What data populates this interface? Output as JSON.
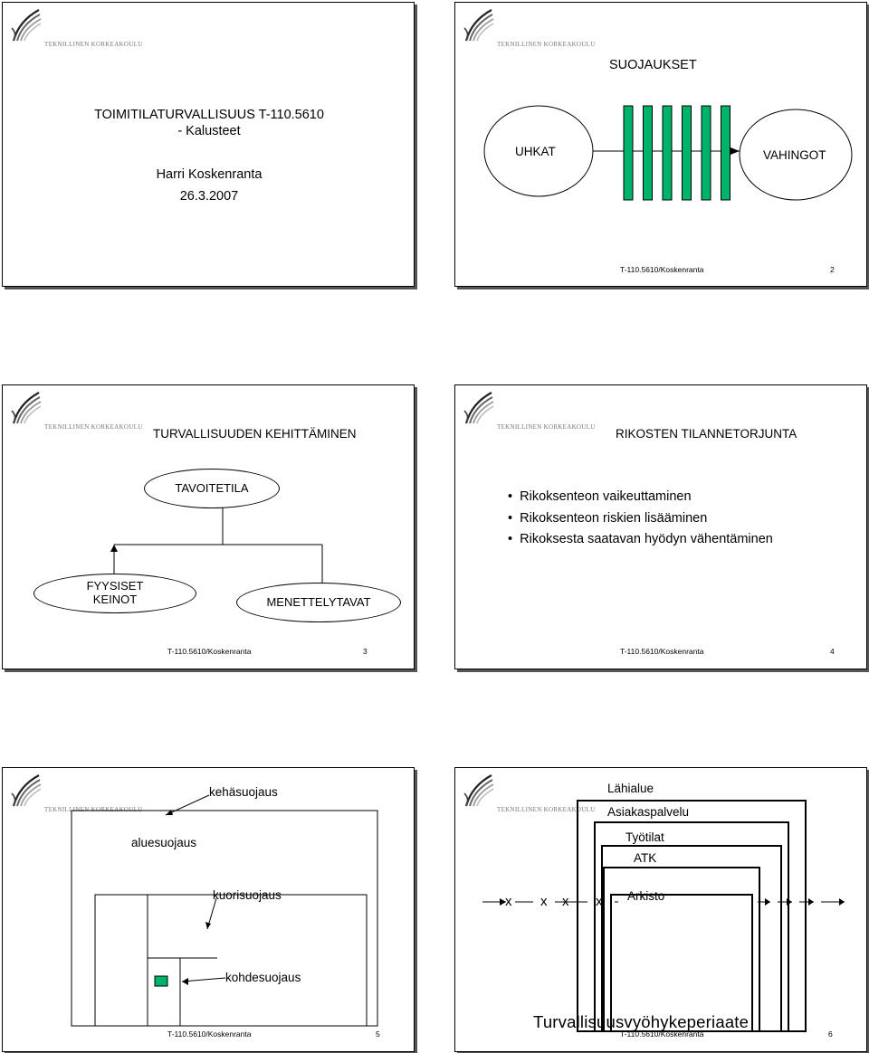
{
  "logo_text": "TEKNILLINEN KORKEAKOULU",
  "colors": {
    "accent": "#00b36b",
    "footer_border": "#000000"
  },
  "slide1": {
    "title_line1": "TOIMITILATURVALLISUUS T-110.5610",
    "title_line2": "- Kalusteet",
    "author": "Harri Koskenranta",
    "date": "26.3.2007"
  },
  "slide2": {
    "title": "SUOJAUKSET",
    "left_label": "UHKAT",
    "right_label": "VAHINGOT",
    "barrier_count": 6,
    "footer": "T-110.5610/Koskenranta",
    "page": "2"
  },
  "slide3": {
    "title": "TURVALLISUUDEN KEHITTÄMINEN",
    "top_node": "TAVOITETILA",
    "left_node_line1": "FYYSISET",
    "left_node_line2": "KEINOT",
    "right_node": "MENETTELYTAVAT",
    "footer": "T-110.5610/Koskenranta",
    "page": "3"
  },
  "slide4": {
    "title": "RIKOSTEN TILANNETORJUNTA",
    "bullets": [
      "Rikoksenteon vaikeuttaminen",
      "Rikoksenteon riskien lisääminen",
      "Rikoksesta saatavan hyödyn vähentäminen"
    ],
    "footer": "T-110.5610/Koskenranta",
    "page": "4"
  },
  "slide5": {
    "labels": {
      "perimeter": "kehäsuojaus",
      "area": "aluesuojaus",
      "shell": "kuorisuojaus",
      "target": "kohdesuojaus"
    },
    "footer": "T-110.5610/Koskenranta",
    "page": "5"
  },
  "slide6": {
    "zones": [
      "Lähialue",
      "Asiakaspalvelu",
      "Työtilat",
      "ATK",
      "Arkisto"
    ],
    "crossings": [
      "x",
      "x",
      "x",
      "x"
    ],
    "caption": "Turvallisuusvyöhykeperiaate",
    "footer": "T-110.5610/Koskenranta",
    "page": "6"
  }
}
